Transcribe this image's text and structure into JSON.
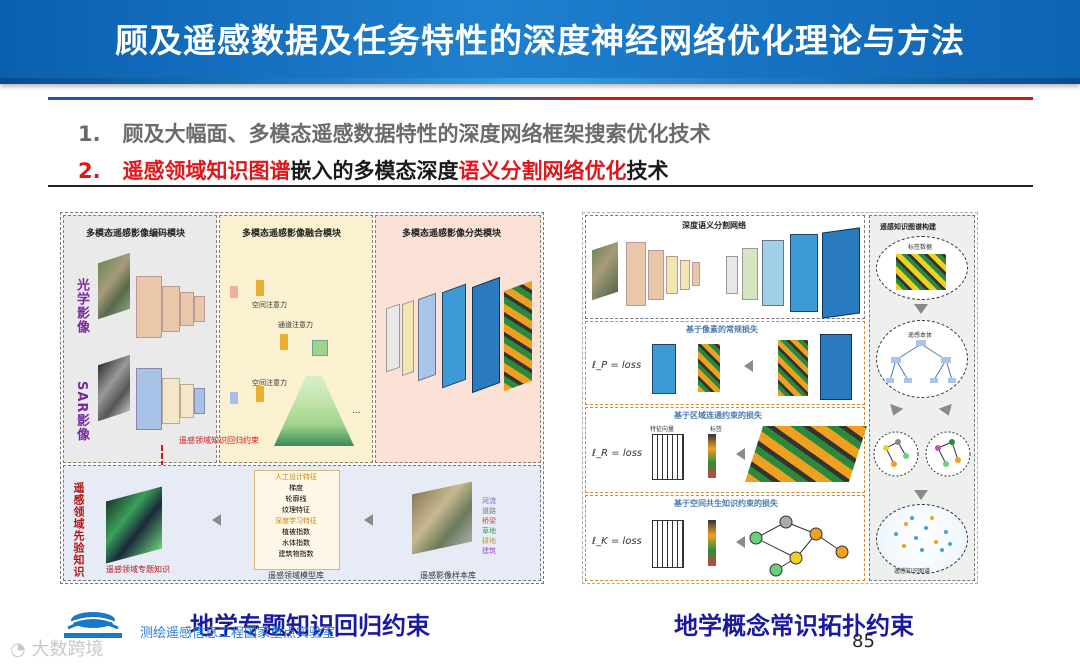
{
  "header": {
    "title": "顾及遥感数据及任务特性的深度神经网络优化理论与方法"
  },
  "items": [
    {
      "num": "1.",
      "text": "顾及大幅面、多模态遥感数据特性的深度网络框架搜索优化技术"
    },
    {
      "num": "2.",
      "red1": "遥感领域知识图谱",
      "mid": "嵌入的多模态深度",
      "red2": "语义分割网络优化",
      "end": "技术"
    }
  ],
  "left_figure": {
    "encoder_title": "多模态遥感影像编码模块",
    "fusion_title": "多模态遥感影像融合模块",
    "classify_title": "多模态遥感影像分类模块",
    "optical_label": "光学影像",
    "sar_label": "SAR影像",
    "prior_label": "遥感领域先验知识",
    "spatial_attn_1": "空间注意力",
    "spatial_attn_2": "空间注意力",
    "channel_attn": "通道注意力",
    "regression_label": "遥感领域知识回归约束",
    "thematic_label": "遥感领域专题知识",
    "model_lib_label": "遥感领域模型库",
    "sample_lib_label": "遥感影像样本库",
    "features": [
      "人工设计特征",
      "梯度",
      "轮廓线",
      "纹理特征",
      "深度学习特征",
      "植被指数",
      "水体指数",
      "建筑物指数"
    ],
    "classes": [
      "河流",
      "道路",
      "桥梁",
      "草地",
      "耕地",
      "建筑"
    ],
    "class_colors": [
      "#6a6ad0",
      "#7a7a7a",
      "#d04040",
      "#3a9a3a",
      "#c0a020",
      "#a050c0"
    ]
  },
  "right_figure": {
    "seg_net_title": "深度语义分割网络",
    "kg_build_title": "遥感知识图谱构建",
    "label_data": "标签数据",
    "ontology": "遥感本体",
    "kg_label": "遥感知识图谱",
    "pixel_loss_title": "基于像素的常规损失",
    "region_loss_title": "基于区域连通约束的损失",
    "knowledge_loss_title": "基于空间共生知识约束的损失",
    "loss_p": "ℓ_P = loss",
    "loss_r": "ℓ_R = loss",
    "loss_k": "ℓ_K = loss",
    "feature_vec": "特征向量",
    "label_word": "标签"
  },
  "captions": {
    "left": "地学专题知识回归约束",
    "right": "地学概念常识拓扑约束"
  },
  "footer": {
    "org": "测绘遥感信息工程国家重点实验室",
    "page": "85",
    "watermark": "大数跨境"
  },
  "colors": {
    "banner": "#1a78c8",
    "accent_red": "#e0161b",
    "caption_blue": "#1a1aa0"
  }
}
